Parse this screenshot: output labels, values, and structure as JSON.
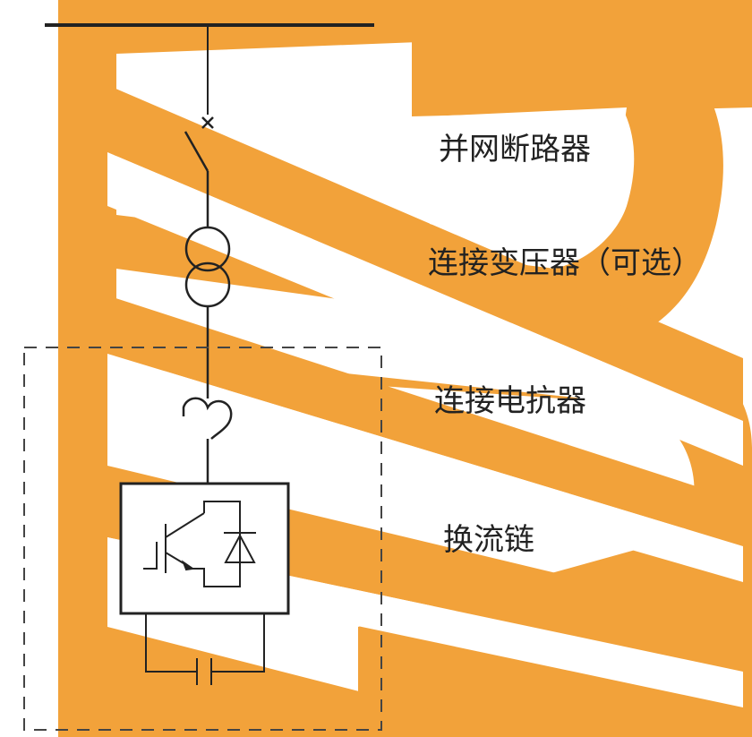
{
  "labels": {
    "grid_breaker": "并网断路器",
    "coupling_transformer": "连接变压器（可选）",
    "coupling_reactor": "连接电抗器",
    "converter_chain": "换流链"
  },
  "colors": {
    "watermark_orange": "#f2a23a",
    "line": "#222222",
    "dashed_box": "#444444",
    "background": "#ffffff"
  },
  "icons": {
    "breaker": "circuit-breaker-icon",
    "transformer": "transformer-icon",
    "reactor": "reactor-icon",
    "igbt": "igbt-icon",
    "diode": "diode-icon",
    "capacitor": "capacitor-icon"
  }
}
